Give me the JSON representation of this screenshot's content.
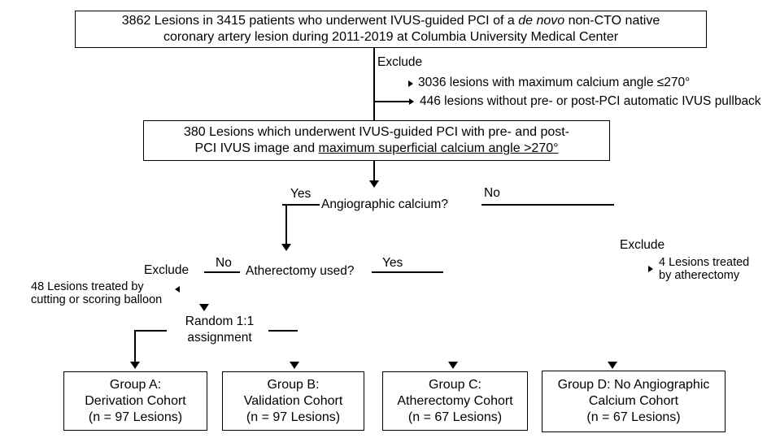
{
  "flowchart": {
    "colors": {
      "line": "#000000",
      "background": "#ffffff",
      "text": "#000000"
    },
    "top_box": {
      "line1_pre": "3862 Lesions in 3415 patients who underwent IVUS-guided PCI of a ",
      "line1_italic": "de novo",
      "line1_post": " non-CTO native",
      "line2": "coronary artery lesion during 2011-2019 at Columbia University Medical Center"
    },
    "exclude_top": {
      "label": "Exclude",
      "item1": "3036 lesions with maximum calcium angle ≤270°",
      "item2": "446 lesions without pre- or post-PCI automatic IVUS pullback"
    },
    "second_box": {
      "line1": "380 Lesions which underwent IVUS-guided PCI with pre- and post-",
      "line2_pre": "PCI IVUS image and ",
      "line2_underline": "maximum superficial calcium angle >270°"
    },
    "decision_calcium": {
      "question": "Angiographic calcium?",
      "yes": "Yes",
      "no": "No"
    },
    "decision_atherectomy": {
      "question": "Atherectomy used?",
      "no": "No",
      "yes": "Yes"
    },
    "exclude_left": {
      "label": "Exclude",
      "line1": "48 Lesions treated by",
      "line2": "cutting or scoring balloon"
    },
    "exclude_right": {
      "label": "Exclude",
      "line1": "4 Lesions treated",
      "line2": "by atherectomy"
    },
    "random": {
      "line1": "Random 1:1",
      "line2": "assignment"
    },
    "groups": [
      {
        "line1": "Group A:",
        "line2": "Derivation Cohort",
        "line3": "(n = 97 Lesions)"
      },
      {
        "line1": "Group B:",
        "line2": "Validation Cohort",
        "line3": "(n = 97 Lesions)"
      },
      {
        "line1": "Group C:",
        "line2": "Atherectomy Cohort",
        "line3": "(n = 67 Lesions)"
      },
      {
        "line1": "Group D: No Angiographic",
        "line2": "Calcium Cohort",
        "line3": "(n = 67 Lesions)"
      }
    ]
  }
}
